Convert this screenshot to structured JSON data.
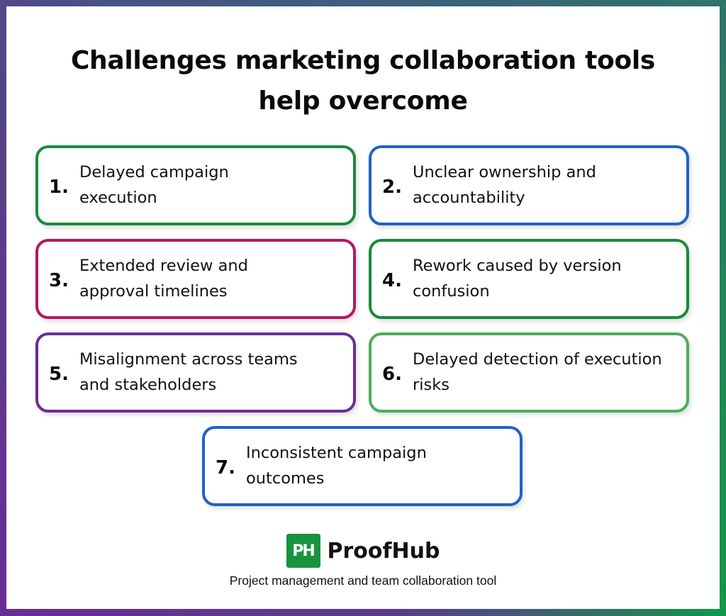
{
  "title": {
    "line1": "Challenges marketing collaboration tools",
    "line2": "help overcome"
  },
  "cards": [
    {
      "number": "1.",
      "text": "Delayed campaign execution",
      "line1": "Delayed campaign",
      "line2": "execution",
      "border_color": "#1a8a3e"
    },
    {
      "number": "2.",
      "text": "Unclear ownership and accountability",
      "line1": "Unclear ownership and",
      "line2": "accountability",
      "border_color": "#1f63c4"
    },
    {
      "number": "3.",
      "text": "Extended review and approval timelines",
      "line1": "Extended review and",
      "line2": "approval timelines",
      "border_color": "#b01a5e"
    },
    {
      "number": "4.",
      "text": "Rework caused by version confusion",
      "line1": "Rework caused by version",
      "line2": "confusion",
      "border_color": "#1a8a3e"
    },
    {
      "number": "5.",
      "text": "Misalignment across teams and stakeholders",
      "line1": "Misalignment across teams",
      "line2": "and stakeholders",
      "border_color": "#6a2c95"
    },
    {
      "number": "6.",
      "text": "Delayed detection of execution risks",
      "line1": "Delayed detection of execution",
      "line2": "risks",
      "border_color": "#4cae58"
    },
    {
      "number": "7.",
      "text": "Inconsistent campaign outcomes",
      "line1": "Inconsistent campaign",
      "line2": "outcomes",
      "border_color": "#1f63c4"
    }
  ],
  "brand": {
    "logo_mark": "PH",
    "name": "ProofHub",
    "tagline": "Project management and team collaboration tool",
    "color": "#17933f"
  },
  "frame": {
    "top_left": "#4a4f86",
    "top_right": "#0f9a48",
    "bottom_left": "#6a2c95",
    "bottom_right": "#1a7a5e"
  }
}
